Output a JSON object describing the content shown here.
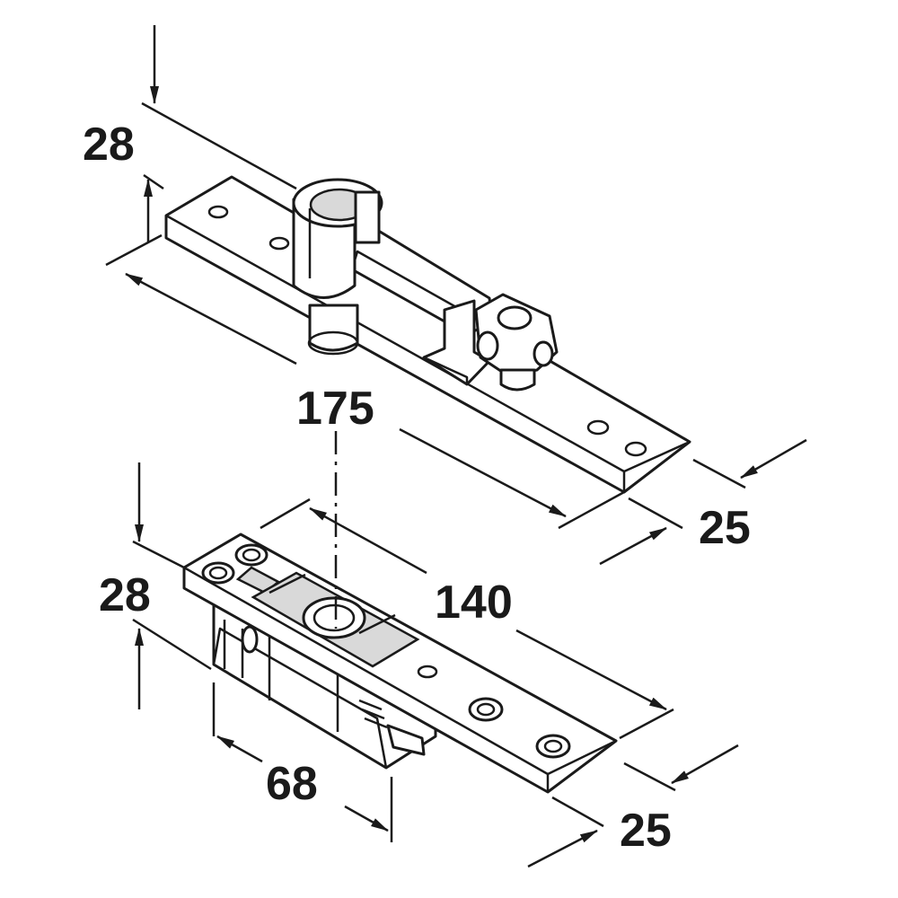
{
  "top_part": {
    "height_label": "28",
    "length_label": "175",
    "width_label": "25"
  },
  "bottom_part": {
    "height_label": "28",
    "length_label": "140",
    "depth_label": "68",
    "width_label": "25"
  }
}
